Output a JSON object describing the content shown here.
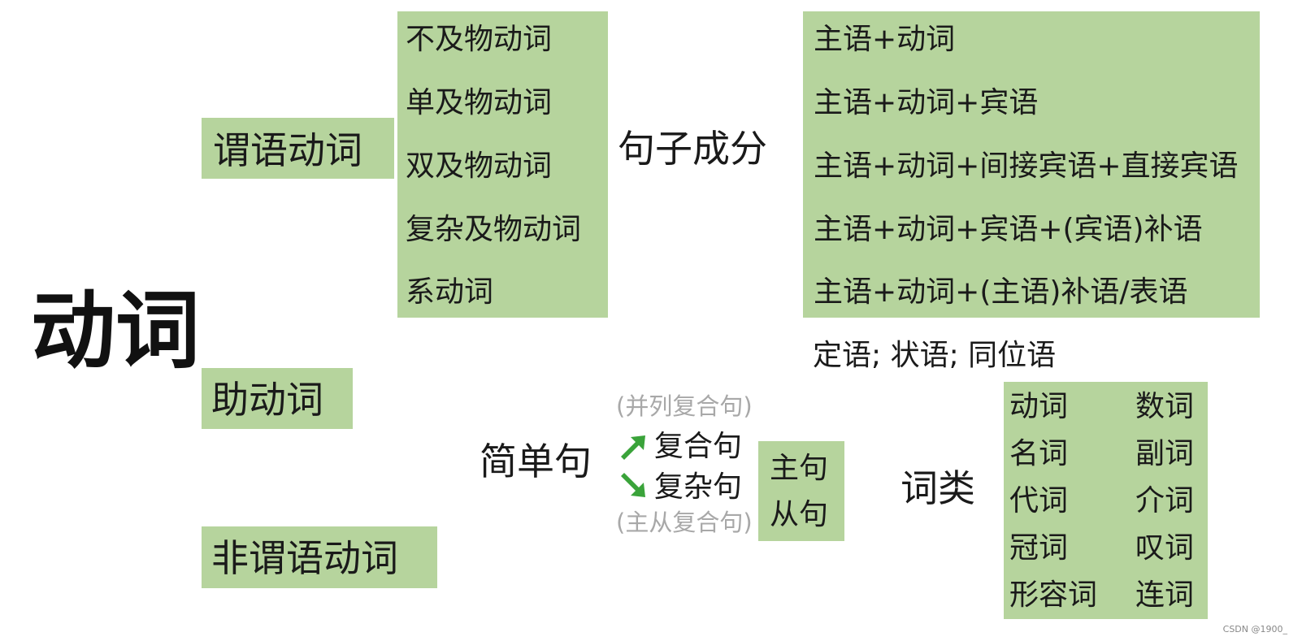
{
  "main_title": "动词",
  "verb_types": {
    "predicate": "谓语动词",
    "auxiliary": "助动词",
    "non_predicate": "非谓语动词"
  },
  "predicate_kinds": [
    "不及物动词",
    "单及物动词",
    "双及物动词",
    "复杂及物动词",
    "系动词"
  ],
  "sentence_components": {
    "label": "句子成分",
    "patterns": [
      "主语+动词",
      "主语+动词+宾语",
      "主语+动词+间接宾语+直接宾语",
      "主语+动词+宾语+(宾语)补语",
      "主语+动词+(主语)补语/表语"
    ],
    "others": "定语; 状语; 同位语"
  },
  "sentence_types": {
    "simple": "简单句",
    "compound": "复合句",
    "compound_note": "(并列复合句)",
    "complex": "复杂句",
    "complex_note": "(主从复合句)",
    "clauses": [
      "主句",
      "从句"
    ],
    "arrow_color": "#3aa33a"
  },
  "parts_of_speech": {
    "label": "词类",
    "left": [
      "动词",
      "名词",
      "代词",
      "冠词",
      "形容词"
    ],
    "right": [
      "数词",
      "副词",
      "介词",
      "叹词",
      "连词"
    ]
  },
  "watermark": "CSDN @1900_",
  "colors": {
    "box_fill": "#b6d49d",
    "text": "#1a1a1a",
    "note_text": "#a8a8a8"
  }
}
